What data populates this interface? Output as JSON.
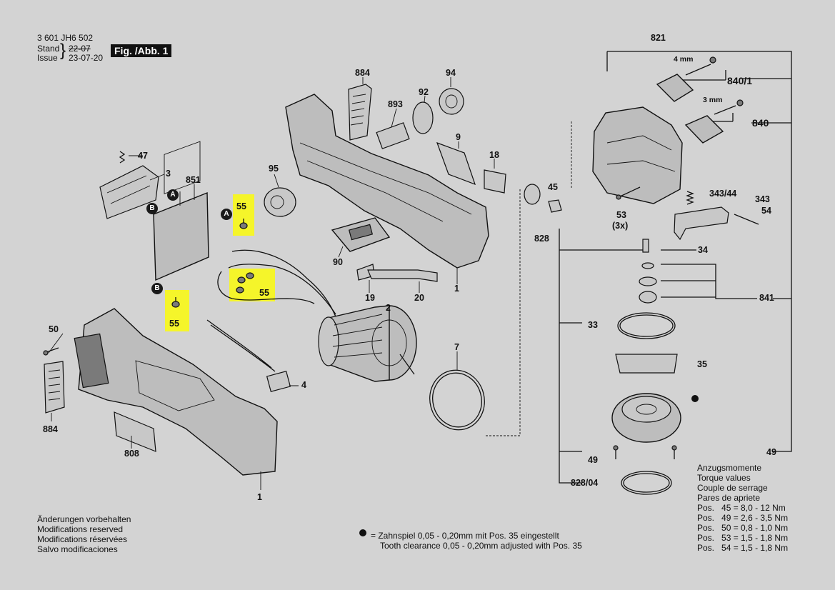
{
  "header": {
    "doc_number": "3 601 JH6 502",
    "stand_label": "Stand",
    "issue_label": "Issue",
    "old_date": "22-07",
    "new_date": "23-07-20",
    "figure_label": "Fig. /Abb. 1"
  },
  "part_labels": {
    "p884_top": "884",
    "p94": "94",
    "p893": "893",
    "p92": "92",
    "p9": "9",
    "p18": "18",
    "p47": "47",
    "p3": "3",
    "p851": "851",
    "p95": "95",
    "p55_a": "55",
    "p55_b": "55",
    "p55_c": "55",
    "p90": "90",
    "p19": "19",
    "p20": "20",
    "p1_top": "1",
    "p2": "2",
    "p50": "50",
    "p4": "4",
    "p7": "7",
    "p884_bottom": "884",
    "p808": "808",
    "p1_bottom": "1",
    "p821": "821",
    "p4mm": "4 mm",
    "p840_1": "840/1",
    "p3mm": "3 mm",
    "p840": "840",
    "p45": "45",
    "p828": "828",
    "p53": "53",
    "p53_qty": "(3x)",
    "p343_44": "343/44",
    "p343": "343",
    "p54": "54",
    "p34": "34",
    "p841": "841",
    "p33": "33",
    "p35": "35",
    "p49_left": "49",
    "p49_right": "49",
    "p828_04": "828/04"
  },
  "callouts": {
    "a1": "A",
    "b1": "B",
    "a2": "A",
    "b2": "B"
  },
  "torque": {
    "title_de": "Anzugsmomente",
    "title_en": "Torque values",
    "title_fr": "Couple de serrage",
    "title_es": "Pares de apriete",
    "rows": [
      {
        "pos": "Pos.",
        "value": "45 = 8,0 - 12  Nm"
      },
      {
        "pos": "Pos.",
        "value": "49 = 2,6 - 3,5 Nm"
      },
      {
        "pos": "Pos.",
        "value": "50 = 0,8 - 1,0 Nm"
      },
      {
        "pos": "Pos.",
        "value": "53 = 1,5 - 1,8 Nm"
      },
      {
        "pos": "Pos.",
        "value": "54 = 1,5 - 1,8 Nm"
      }
    ]
  },
  "footnote": {
    "line_de": "= Zahnspiel 0,05 - 0,20mm mit Pos. 35 eingestellt",
    "line_en": "Tooth clearance 0,05 - 0,20mm adjusted with Pos. 35"
  },
  "disclaimer": {
    "de": "Änderungen vorbehalten",
    "en": "Modifications reserved",
    "fr": "Modifications réservées",
    "es": "Salvo modificaciones"
  },
  "colors": {
    "background": "#d3d3d3",
    "highlight": "#f5f52a",
    "ink": "#111111"
  }
}
